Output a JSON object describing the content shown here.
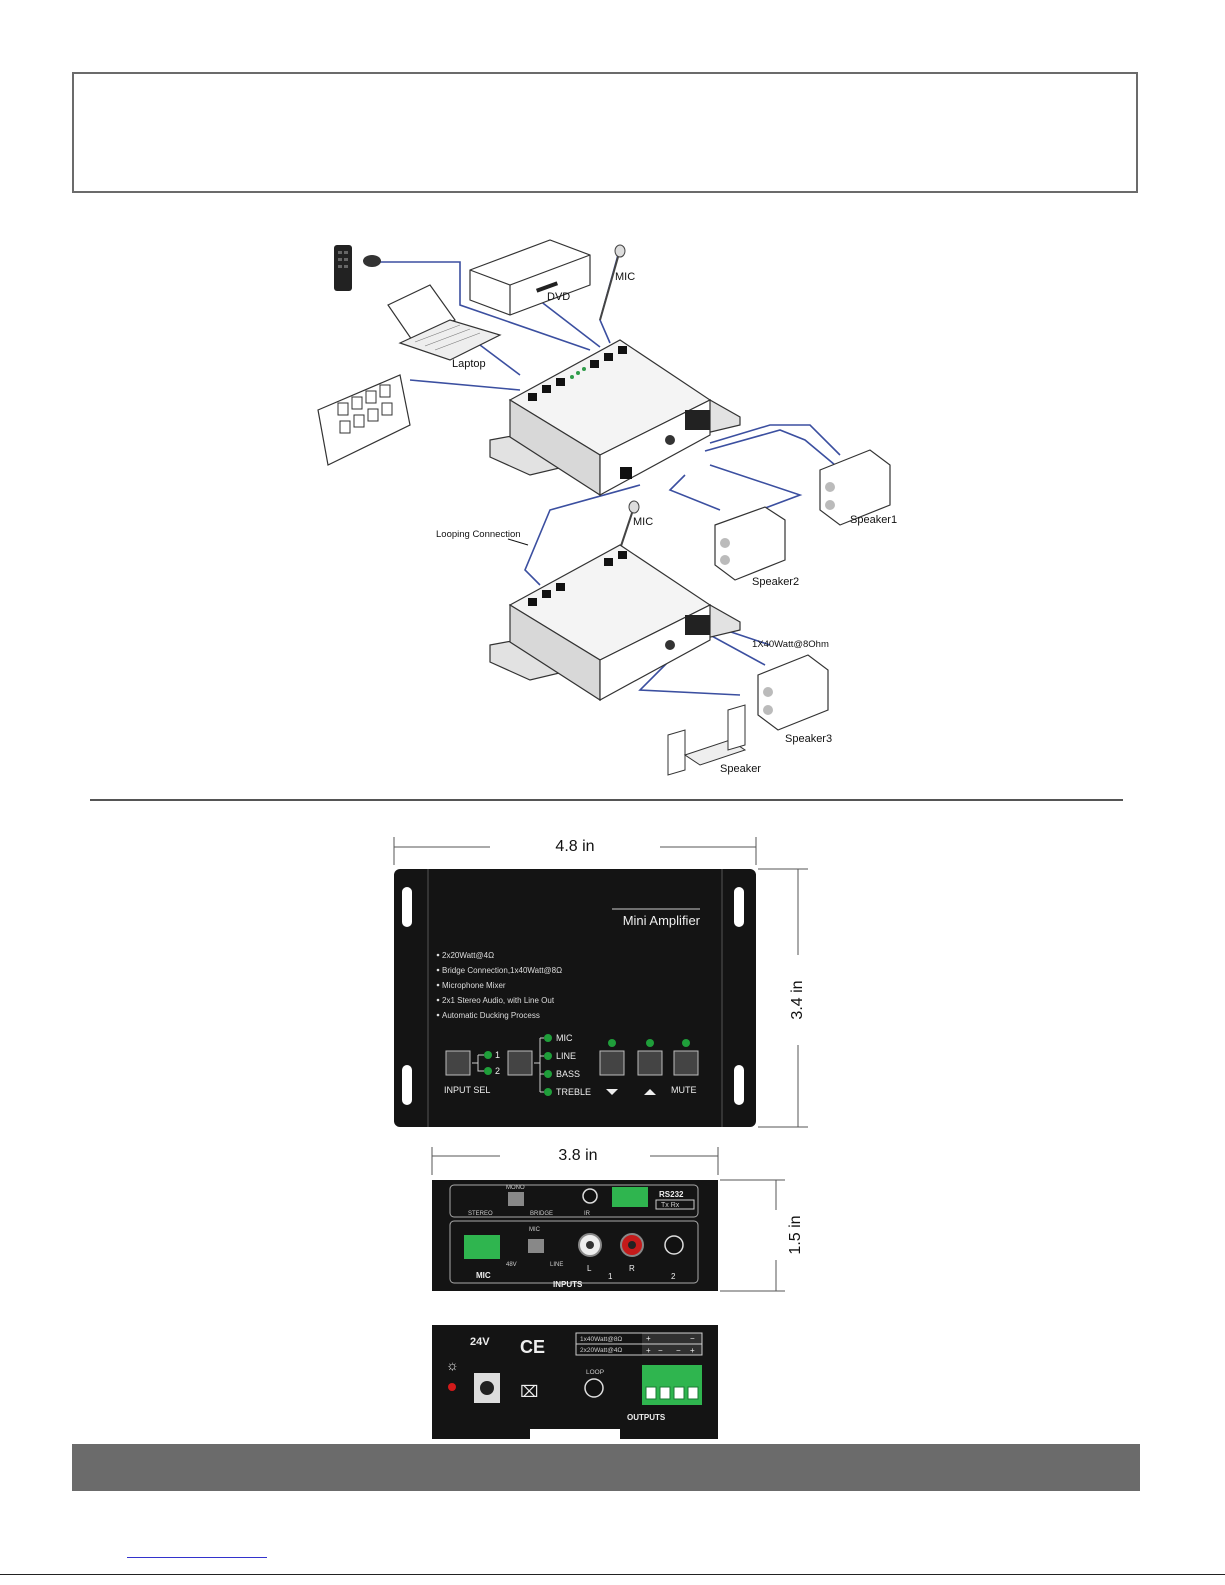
{
  "diagram": {
    "labels": {
      "dvd": "DVD",
      "mic_top": "MIC",
      "laptop": "Laptop",
      "looping": "Looping Connection",
      "mic_bottom": "MIC",
      "speaker1": "Speaker1",
      "speaker2": "Speaker2",
      "speaker3": "Speaker3",
      "speaker": "Speaker",
      "bridge_rating": "1X40Watt@8Ohm"
    }
  },
  "front_panel": {
    "width_dim": "4.8 in",
    "height_dim": "3.4 in",
    "title": "Mini Amplifier",
    "features": [
      "2x20Watt@4Ω",
      "Bridge Connection,1x40Watt@8Ω",
      "Microphone Mixer",
      "2x1 Stereo Audio, with Line Out",
      "Automatic Ducking Process"
    ],
    "input_numbers": [
      "1",
      "2"
    ],
    "input_sel_label": "INPUT SEL",
    "mode_labels": [
      "MIC",
      "LINE",
      "BASS",
      "TREBLE"
    ],
    "mute_label": "MUTE"
  },
  "side_panel": {
    "width_dim": "3.8 in",
    "height_dim": "1.5 in",
    "mono": "MONO",
    "stereo": "STEREO",
    "bridge": "BRIDGE",
    "ir": "IR",
    "rs232": "RS232",
    "txrx": "Tx  Rx",
    "mic_switch": "MIC",
    "v48": "48V",
    "line": "LINE",
    "mic_terminal": "MIC",
    "l": "L",
    "r": "R",
    "one": "1",
    "two": "2",
    "inputs": "INPUTS"
  },
  "rear_panel": {
    "power": "24V",
    "ce": "CE",
    "rating1": "1x40Watt@8Ω",
    "rating2": "2x20Watt@4Ω",
    "loop": "LOOP",
    "outputs": "OUTPUTS"
  },
  "colors": {
    "frame": "#6b6b6b",
    "panel": "#141414",
    "led": "#1f9e3a",
    "terminal": "#2fb54f",
    "cable": "#3b4fa0"
  }
}
